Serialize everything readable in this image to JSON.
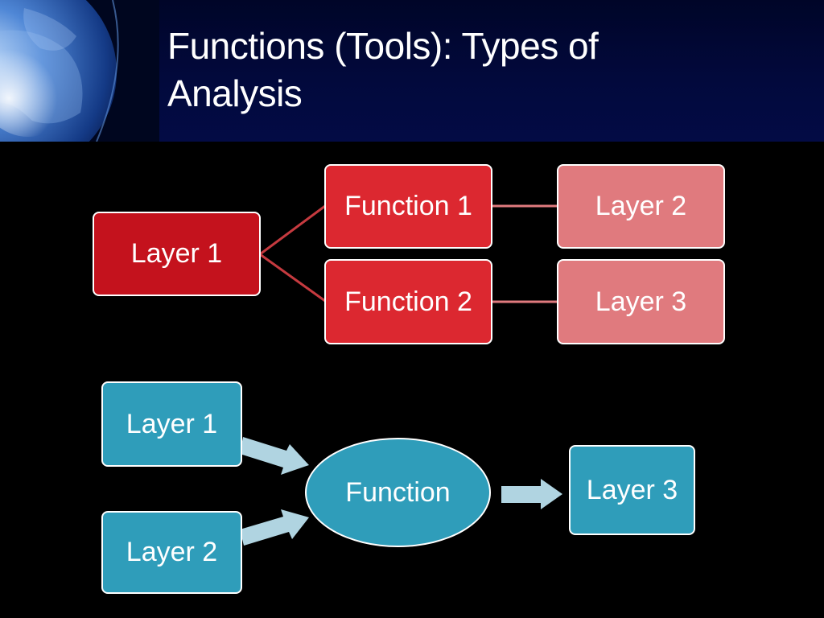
{
  "slide": {
    "title_line1": "Functions (Tools): Types of",
    "title_line2": "Analysis"
  },
  "top_diagram": {
    "root": "Layer 1",
    "functions": [
      "Function 1",
      "Function 2"
    ],
    "outputs": [
      "Layer 2",
      "Layer 3"
    ],
    "colors": {
      "root": "#c4121d",
      "function": "#dc2830",
      "output": "#e07a7e",
      "line": "#c53a3f"
    }
  },
  "bottom_diagram": {
    "inputs": [
      "Layer 1",
      "Layer 2"
    ],
    "function": "Function",
    "output": "Layer 3",
    "colors": {
      "node": "#2f9dba",
      "arrow": "#b0d4e1"
    }
  }
}
